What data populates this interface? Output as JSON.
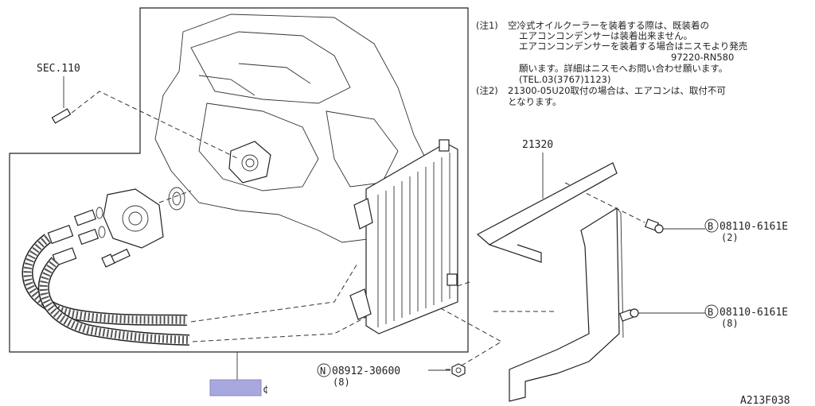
{
  "labels": {
    "sec": "SEC.110",
    "part_21320": "21320",
    "bolt_top": "08110-6161E",
    "bolt_top_qty": "(2)",
    "bolt_bottom": "08110-6161E",
    "bolt_bottom_qty": "(8)",
    "nut": "08912-30600",
    "nut_qty": "(8)",
    "circle_b": "B",
    "circle_n": "N",
    "drawing_code": "A213F038"
  },
  "notes": {
    "note1_tag": "(注1)",
    "note1_line1": "空冷式オイルクーラーを装着する際は、既装着の",
    "note1_line2": "エアコンコンデンサーは装着出来ません。",
    "note1_line3": "エアコンコンデンサーを装着する場合はニスモより発売",
    "note1_part": "97220-RN580",
    "note1_line4": "願います。詳細はニスモへお問い合わせ願います。",
    "note1_tel": "(TEL.03(3767)1123)",
    "note2_tag": "(注2)",
    "note2_line1": "21300-05U20取付の場合は、エアコンは、取付不可",
    "note2_line2": "となります。"
  },
  "colors": {
    "highlight": "#a8a8e0",
    "line": "#222222"
  }
}
